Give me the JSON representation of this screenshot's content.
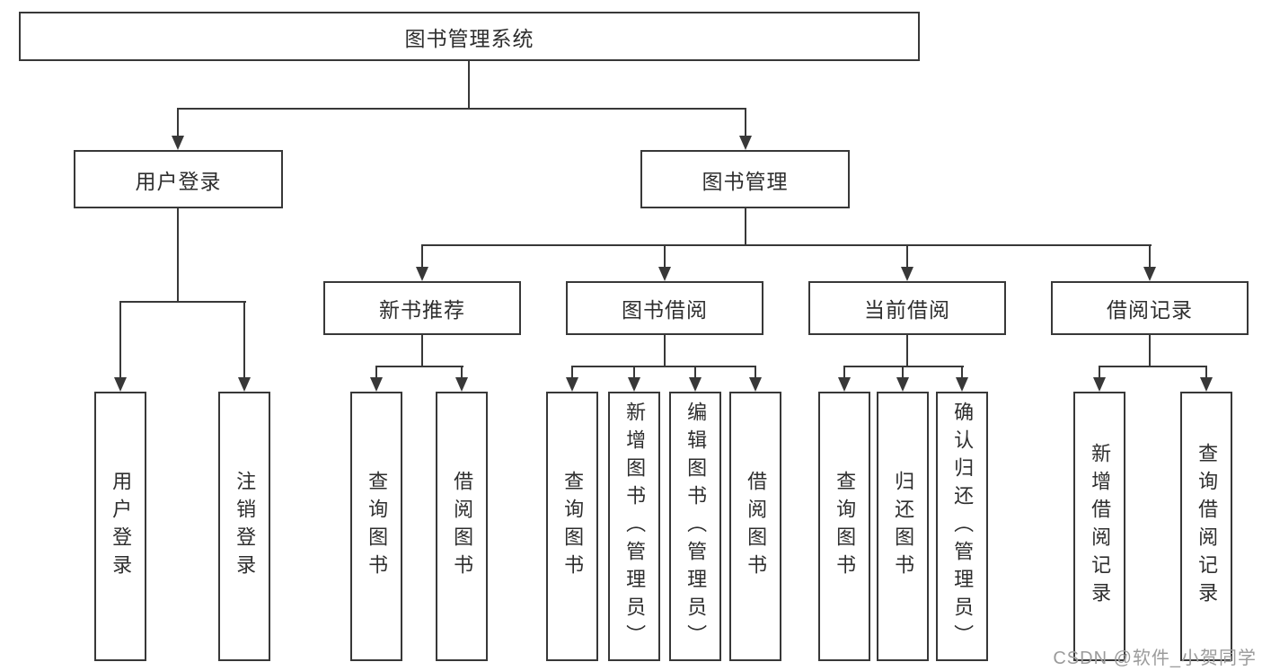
{
  "colors": {
    "line": "#383838",
    "text": "#2e2e2e",
    "background": "#ffffff",
    "watermark": "#9b9b9b"
  },
  "tree": {
    "root": "图书管理系统",
    "level1": [
      {
        "label": "用户登录",
        "children": [
          {
            "label": "用户登录"
          },
          {
            "label": "注销登录"
          }
        ]
      },
      {
        "label": "图书管理",
        "children": [
          {
            "label": "新书推荐",
            "children": [
              {
                "label": "查询图书"
              },
              {
                "label": "借阅图书"
              }
            ]
          },
          {
            "label": "图书借阅",
            "children": [
              {
                "label": "查询图书"
              },
              {
                "label": "新增图书（管理员）"
              },
              {
                "label": "编辑图书（管理员）"
              },
              {
                "label": "借阅图书"
              }
            ]
          },
          {
            "label": "当前借阅",
            "children": [
              {
                "label": "查询图书"
              },
              {
                "label": "归还图书"
              },
              {
                "label": "确认归还（管理员）"
              }
            ]
          },
          {
            "label": "借阅记录",
            "children": [
              {
                "label": "新增借阅记录"
              },
              {
                "label": "查询借阅记录"
              }
            ]
          }
        ]
      }
    ]
  },
  "watermark": "CSDN @软件_小贺同学"
}
